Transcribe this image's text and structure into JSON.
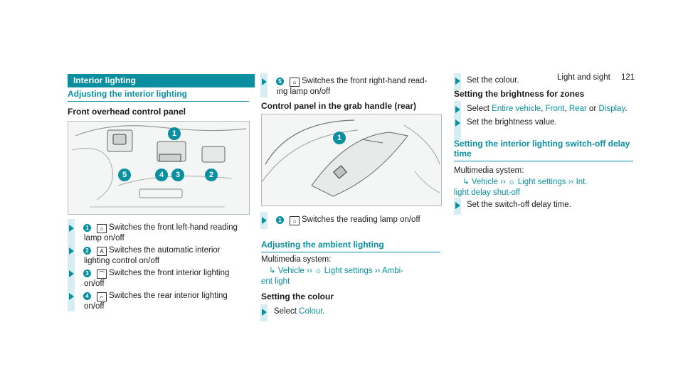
{
  "page_header": {
    "section": "Light and sight",
    "page_number": "121"
  },
  "col1": {
    "section_bar": "Interior lighting",
    "subheading": "Adjusting the interior lighting",
    "panel_heading": "Front overhead control panel",
    "figure_callouts": [
      "1",
      "2",
      "3",
      "4",
      "5"
    ],
    "items": [
      {
        "num": "1",
        "text": "Switches the front left-hand reading",
        "text2": "lamp on/off",
        "icon": "reading-lamp-icon"
      },
      {
        "num": "2",
        "text": "Switches the automatic interior",
        "text2": "lighting control on/off",
        "icon": "auto-light-icon"
      },
      {
        "num": "3",
        "text": "Switches the front interior lighting",
        "text2": "on/off",
        "icon": "front-interior-light-icon"
      },
      {
        "num": "4",
        "text": "Switches the rear interior lighting",
        "text2": "on/off",
        "icon": "rear-interior-light-icon"
      }
    ]
  },
  "col2": {
    "item5": {
      "num": "5",
      "text": "Switches the front right-hand read-",
      "text2": "ing lamp on/off"
    },
    "grab_heading": "Control panel in the grab handle (rear)",
    "figure_callouts": [
      "1"
    ],
    "grab_item": {
      "num": "1",
      "text": "Switches the reading lamp on/off"
    },
    "ambient_heading": "Adjusting the ambient lighting",
    "multimedia_label": "Multimedia system:",
    "path": {
      "a": "Vehicle",
      "b": "Light settings",
      "c": "Ambi-",
      "d": "ent light"
    },
    "colour_heading": "Setting the colour",
    "select_prefix": "Select",
    "select_value": "Colour",
    "select_suffix": "."
  },
  "col3": {
    "set_colour": "Set the colour.",
    "brightness_heading": "Setting the brightness for zones",
    "select_prefix": "Select",
    "options": [
      "Entire vehicle",
      "Front",
      "Rear",
      "Display"
    ],
    "sep_comma": ",",
    "sep_or": "or",
    "period": ".",
    "set_brightness": "Set the brightness value.",
    "switchoff_heading_1": "Setting the interior lighting switch-off delay",
    "switchoff_heading_2": "time",
    "multimedia_label": "Multimedia system:",
    "path": {
      "a": "Vehicle",
      "b": "Light settings",
      "c": "Int.",
      "d": "light delay shut-off"
    },
    "set_delay": "Set the switch-off delay time."
  },
  "colors": {
    "accent": "#0a8fa0",
    "bar": "#d6eef1"
  }
}
